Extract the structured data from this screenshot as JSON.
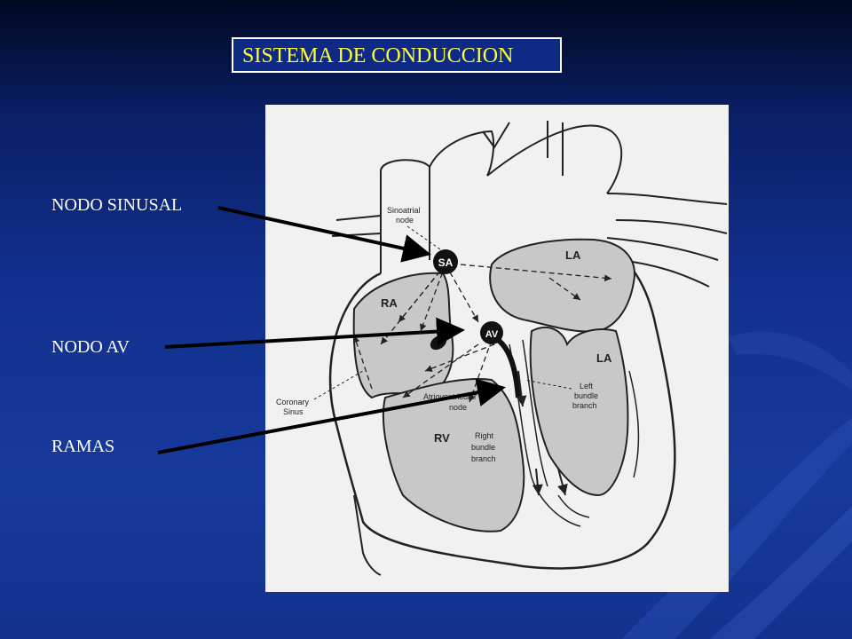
{
  "slide": {
    "title": "SISTEMA DE CONDUCCION",
    "colors": {
      "background": "#12308f",
      "title_text": "#ffff33",
      "label_text": "#ffffff"
    }
  },
  "pointers": [
    {
      "label": "NODO SINUSAL",
      "target": "SA"
    },
    {
      "label": "NODO AV",
      "target": "AV"
    },
    {
      "label": "RAMAS",
      "target": "branch"
    }
  ],
  "diagram": {
    "node_badges": {
      "sa": "SA",
      "av": "AV"
    },
    "chambers": {
      "la_top": "LA",
      "la_lower": "LA",
      "ra": "RA",
      "rv": "RV"
    },
    "labels": {
      "sinoatrial_1": "Sinoatrial",
      "sinoatrial_2": "node",
      "coronary_1": "Coronary",
      "coronary_2": "Sinus",
      "atrio_1": "Atrioventricular",
      "atrio_2": "node",
      "left_bundle_1": "Left",
      "left_bundle_2": "bundle",
      "left_bundle_3": "branch",
      "right_bundle_1": "Right",
      "right_bundle_2": "bundle",
      "right_bundle_3": "branch"
    }
  }
}
